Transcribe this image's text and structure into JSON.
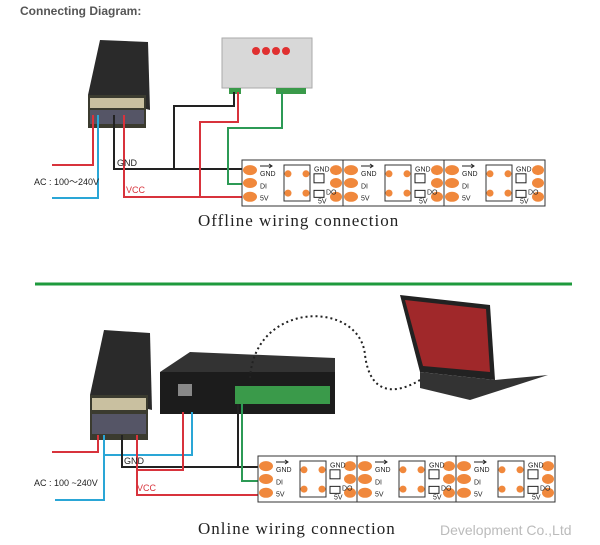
{
  "title": "Connecting Diagram:",
  "offline": {
    "caption": "Offline wiring connection",
    "ac_label": "AC : 100～240V",
    "gnd_label": "GND",
    "vcc_label": "VCC"
  },
  "online": {
    "caption": "Online wiring connection",
    "ac_label": "AC : 100 ~240V",
    "gnd_label": "GND",
    "vcc_label": "VCC"
  },
  "strip_labels": {
    "gnd": "GND",
    "di": "DI",
    "v5": "5V",
    "do": "DO"
  },
  "watermark": "Development Co.,Ltd",
  "colors": {
    "red": "#d8333c",
    "blue": "#2aa6d6",
    "black": "#222222",
    "green": "#2c9a55",
    "divider": "#1e9a3c",
    "led": "#f0883c"
  }
}
